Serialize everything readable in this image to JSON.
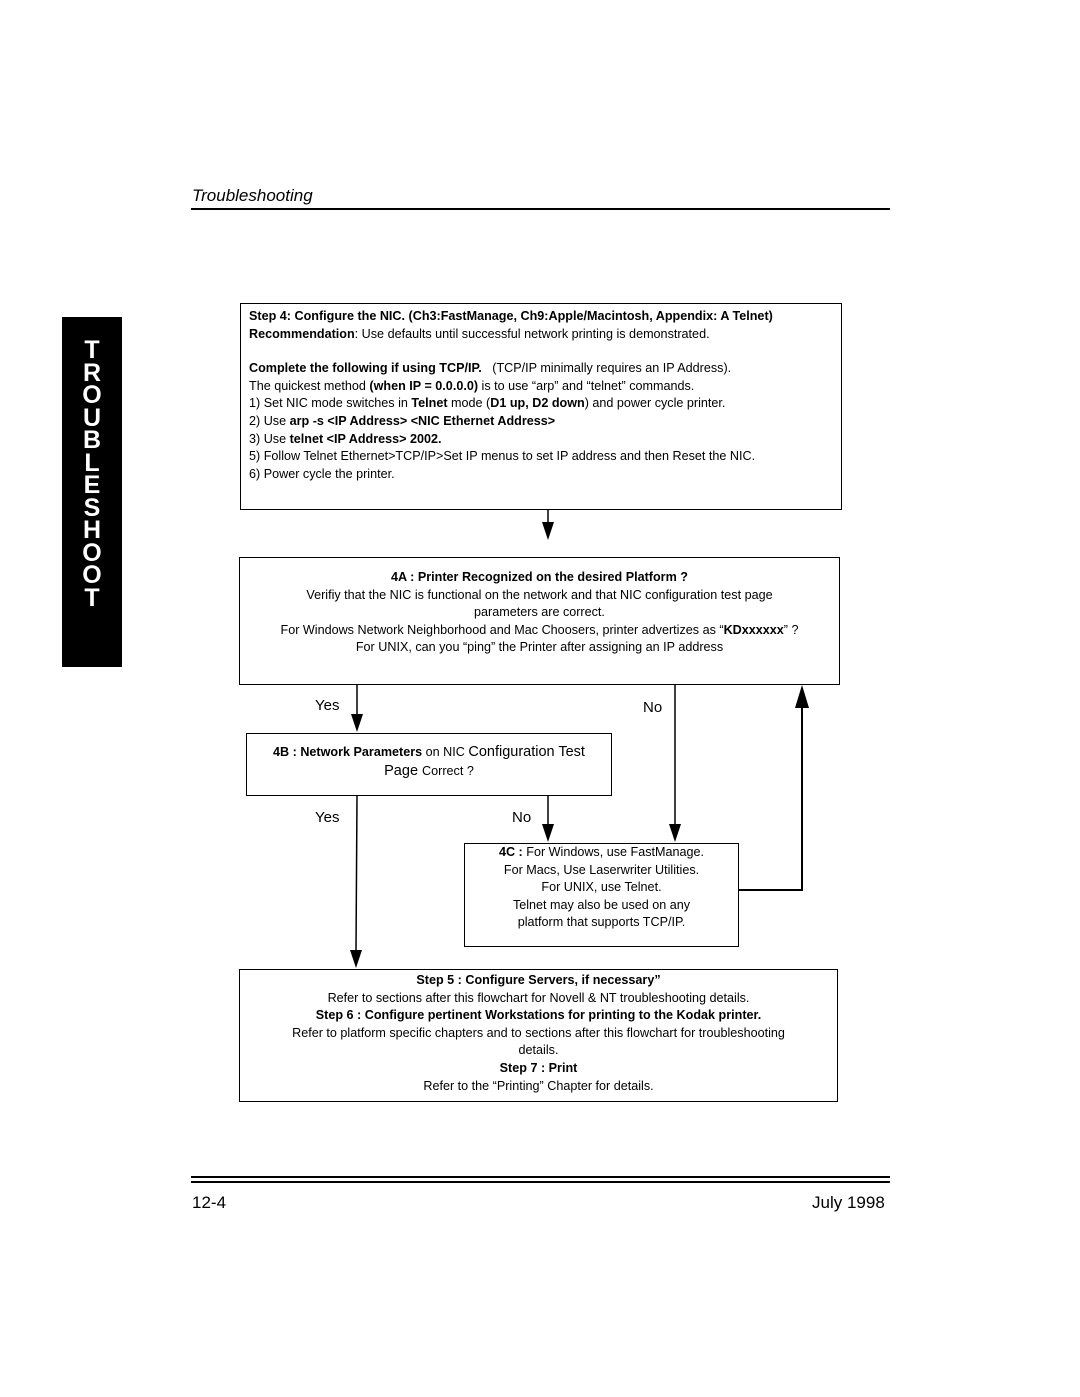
{
  "header": {
    "title": "Troubleshooting"
  },
  "side_tab": {
    "letters": [
      "T",
      "R",
      "O",
      "U",
      "B",
      "L",
      "E",
      "S",
      "H",
      "O",
      "O",
      "T"
    ]
  },
  "step4": {
    "title": "Step 4: Configure the NIC. (Ch3:FastManage, Ch9:Apple/Macintosh, Appendix: A Telnet)",
    "rec_label": "Recommendation",
    "rec_text": ": Use defaults until successful network printing is demonstrated.",
    "tcp_label": "Complete the following if using TCP/IP.",
    "tcp_note": "(TCP/IP minimally requires an IP Address).",
    "quick_a": "The quickest method ",
    "quick_b": "(when IP = 0.0.0.0)",
    "quick_c": " is to use “arp” and “telnet” commands.",
    "l1_a": "1) Set NIC mode switches in ",
    "l1_b": "Telnet",
    "l1_c": " mode (",
    "l1_d": "D1 up, D2 down",
    "l1_e": ") and power cycle printer.",
    "l2_a": "2) Use ",
    "l2_b": "arp -s <IP Address> <NIC Ethernet Address>",
    "l3_a": "3) Use ",
    "l3_b": "telnet <IP Address> 2002.",
    "l5": "5) Follow Telnet Ethernet>TCP/IP>Set IP menus to set IP address and then Reset the NIC.",
    "l6": "6) Power cycle the printer."
  },
  "step4a": {
    "title": "4A : Printer Recognized on the desired Platform ?",
    "l1": "Verifiy that the NIC is functional on the network and that NIC configuration test page",
    "l2": "parameters are correct.",
    "l3_a": "For Windows Network Neighborhood and Mac Choosers, printer  advertizes as “",
    "l3_b": "KDxxxxxx",
    "l3_c": "” ?",
    "l4": "For UNIX, can you “ping” the Printer after assigning an IP address"
  },
  "step4b": {
    "title_a": "4B : Network Parameters",
    "title_b": " on NIC ",
    "title_c": "Configuration Test",
    "title_d": "Page ",
    "title_e": "Correct ?"
  },
  "step4c": {
    "label": "4C :",
    "l1": " For Windows, use FastManage.",
    "l2": "For Macs, Use Laserwriter Utilities.",
    "l3": "For UNIX, use Telnet.",
    "l4": "Telnet may also be used on any",
    "l5": "platform that supports TCP/IP."
  },
  "step567": {
    "s5": "Step 5 :  Configure Servers, if necessary”",
    "s5_text": "Refer to sections after this flowchart for  Novell & NT troubleshooting details.",
    "s6": "Step 6 : Configure pertinent Workstations for printing to the Kodak printer.",
    "s6_text1": "Refer to platform specific chapters and  to sections after this flowchart for troubleshooting",
    "s6_text2": "details.",
    "s7": "Step 7 : Print",
    "s7_text": "Refer to the “Printing” Chapter for details."
  },
  "labels": {
    "yes1": "Yes",
    "no1": "No",
    "yes2": "Yes",
    "no2": "No"
  },
  "footer": {
    "page": "12-4",
    "date": "July 1998"
  }
}
